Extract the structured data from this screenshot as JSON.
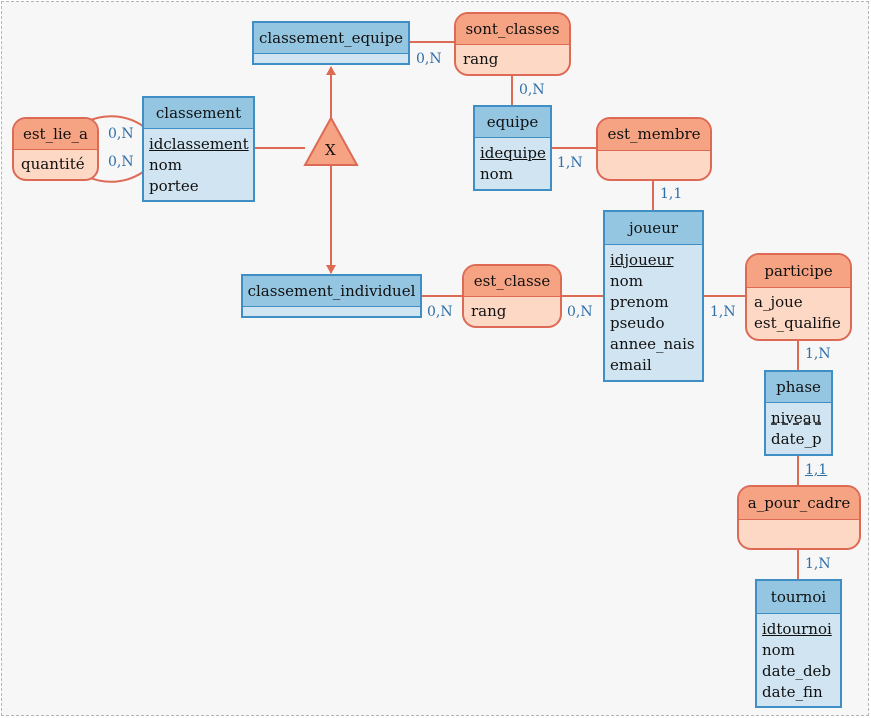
{
  "entities": {
    "classement_equipe": {
      "name": "classement_equipe",
      "attrs": []
    },
    "classement": {
      "name": "classement",
      "attrs": [
        "idclassement",
        "nom",
        "portee"
      ]
    },
    "classement_individuel": {
      "name": "classement_individuel",
      "attrs": []
    },
    "equipe": {
      "name": "equipe",
      "attrs": [
        "idequipe",
        "nom"
      ]
    },
    "joueur": {
      "name": "joueur",
      "attrs": [
        "idjoueur",
        "nom",
        "prenom",
        "pseudo",
        "annee_nais",
        "email"
      ]
    },
    "phase": {
      "name": "phase",
      "attrs": [
        "niveau",
        "date_p"
      ]
    },
    "tournoi": {
      "name": "tournoi",
      "attrs": [
        "idtournoi",
        "nom",
        "date_deb",
        "date_fin"
      ]
    }
  },
  "relations": {
    "sont_classes": {
      "name": "sont_classes",
      "attrs": [
        "rang"
      ]
    },
    "est_lie_a": {
      "name": "est_lie_a",
      "attrs": [
        "quantité"
      ]
    },
    "est_membre": {
      "name": "est_membre",
      "attrs": []
    },
    "est_classe": {
      "name": "est_classe",
      "attrs": [
        "rang"
      ]
    },
    "participe": {
      "name": "participe",
      "attrs": [
        "a_joue",
        "est_qualifie"
      ]
    },
    "a_pour_cadre": {
      "name": "a_pour_cadre",
      "attrs": []
    }
  },
  "inheritance": {
    "label": "X"
  },
  "cardinalities": {
    "ce_sc": "0,N",
    "sc_eq": "0,N",
    "lie_1": "0,N",
    "lie_2": "0,N",
    "eq_mb": "1,N",
    "mb_jo": "1,1",
    "ci_ec": "0,N",
    "ec_jo": "0,N",
    "jo_pa": "1,N",
    "pa_ph": "1,N",
    "ph_ap": "1,1",
    "ap_to": "1,N"
  },
  "colors": {
    "entity_border": "#3f8fc4",
    "entity_header": "#94c6e1",
    "entity_body": "#d0e4f1",
    "relation_border": "#dd6a55",
    "relation_header": "#f5a383",
    "relation_body": "#fdd9c5",
    "cardinality_text": "#2f6fa8"
  }
}
